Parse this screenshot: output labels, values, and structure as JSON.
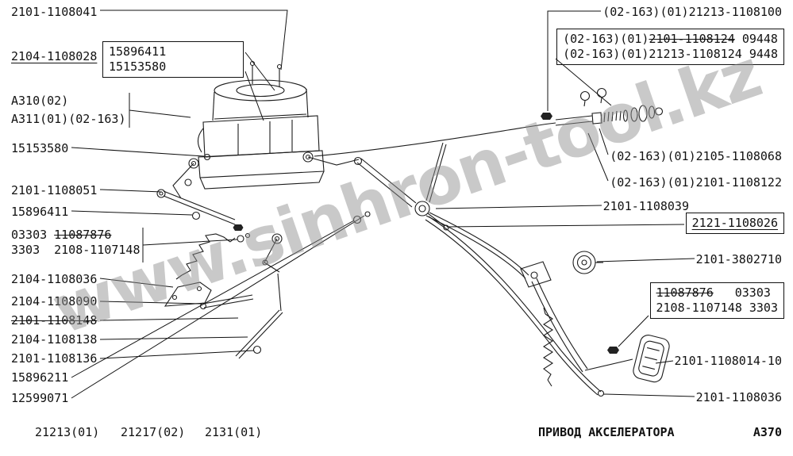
{
  "watermark": "www.sinhron-tool.kz",
  "colors": {
    "ink": "#111111",
    "watermark": "#8f8f8f"
  },
  "left_labels": {
    "l01": "2101-1108041",
    "l02": "2104-1108028",
    "box_washer": "15896411",
    "box_nut": "15153580",
    "a310": "А310(02)",
    "a311": "А311(01)(02-163)",
    "l04": "15153580",
    "l05": "2101-1108051",
    "l06": "15896411",
    "grp_l1a": "03303",
    "grp_l1b": "11087876",
    "grp_l2a": "3303",
    "grp_l2b": "2108-1107148",
    "l08": "2104-1108036",
    "l09": "2104-1108090",
    "l10": "2101-1108148",
    "l11": "2104-1108138",
    "l12": "2101-1108136",
    "l13": "15896211",
    "l14": "12599071"
  },
  "right_labels": {
    "r01": "(02-163)(01)21213-1108100",
    "box1_l1_prefix": "(02-163)(01)",
    "box1_l1_strike": "2101-1108124",
    "box1_l1_qty": "09448",
    "box1_l2": "(02-163)(01)21213-1108124 9448",
    "r03": "(02-163)(01)2105-1108068",
    "r04": "(02-163)(01)2101-1108122",
    "r05": "2101-1108039",
    "r06": "2121-1108026",
    "r07": "2101-3802710",
    "box2_l1_strike": "11087876",
    "box2_l1b": "03303",
    "box2_l2a": "2108-1107148",
    "box2_l2b": "3303",
    "r09": "2101-1108014-10",
    "r10": "2101-1108036"
  },
  "footer": {
    "models": [
      "21213(01)",
      "21217(02)",
      "2131(01)"
    ],
    "title": "ПРИВОД АКСЕЛЕРАТОРА",
    "code": "А370"
  }
}
